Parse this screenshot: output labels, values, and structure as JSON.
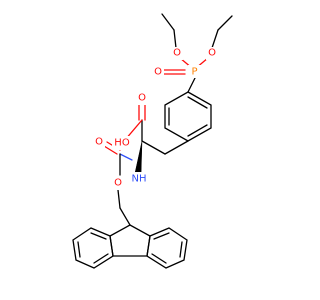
{
  "structure": {
    "atoms": [
      {
        "id": "o-phosphoryl",
        "symbol": "O",
        "color": "#ff0d0d",
        "name": "oxygen-atom-phosphoryl"
      },
      {
        "id": "p",
        "symbol": "P",
        "color": "#ff8000",
        "name": "phosphorus-atom"
      },
      {
        "id": "o-ester-left",
        "symbol": "O",
        "color": "#ff0d0d",
        "name": "oxygen-atom-ester-left"
      },
      {
        "id": "o-ester-right",
        "symbol": "O",
        "color": "#ff0d0d",
        "name": "oxygen-atom-ester-right"
      },
      {
        "id": "o-acid-carbonyl",
        "symbol": "O",
        "color": "#ff0d0d",
        "name": "oxygen-atom-acid-carbonyl"
      },
      {
        "id": "oh-acid",
        "symbol": "HO",
        "color": "#ff0d0d",
        "name": "hydroxyl-group"
      },
      {
        "id": "nh",
        "symbol": "NH",
        "color": "#3050f8",
        "name": "nitrogen-atom-amide"
      },
      {
        "id": "o-carbamate-carbonyl",
        "symbol": "O",
        "color": "#ff0d0d",
        "name": "oxygen-atom-carbamate-carbonyl"
      },
      {
        "id": "o-carbamate-ester",
        "symbol": "O",
        "color": "#ff0d0d",
        "name": "oxygen-atom-carbamate-ester"
      }
    ]
  }
}
